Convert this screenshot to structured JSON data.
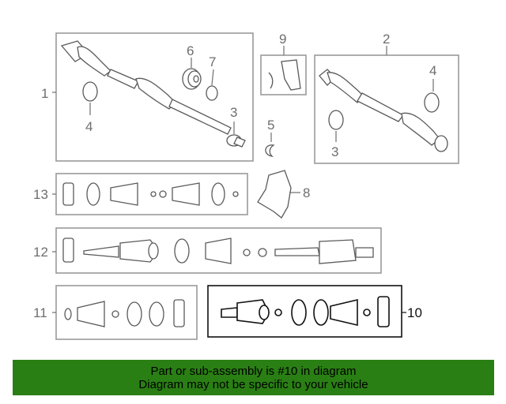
{
  "callouts": {
    "c1": "1",
    "c2": "2",
    "c3a": "3",
    "c3b": "3",
    "c4a": "4",
    "c4b": "4",
    "c5": "5",
    "c6": "6",
    "c7": "7",
    "c8": "8",
    "c9": "9",
    "c10": "10",
    "c11": "11",
    "c12": "12",
    "c13": "13"
  },
  "banner": {
    "line1": "Part or sub-assembly is #10 in diagram",
    "line2": "Diagram may not be specific to your vehicle"
  },
  "colors": {
    "banner_bg": "#2a7f14",
    "highlight_border": "#111111",
    "box_border": "#9a9a9a"
  }
}
